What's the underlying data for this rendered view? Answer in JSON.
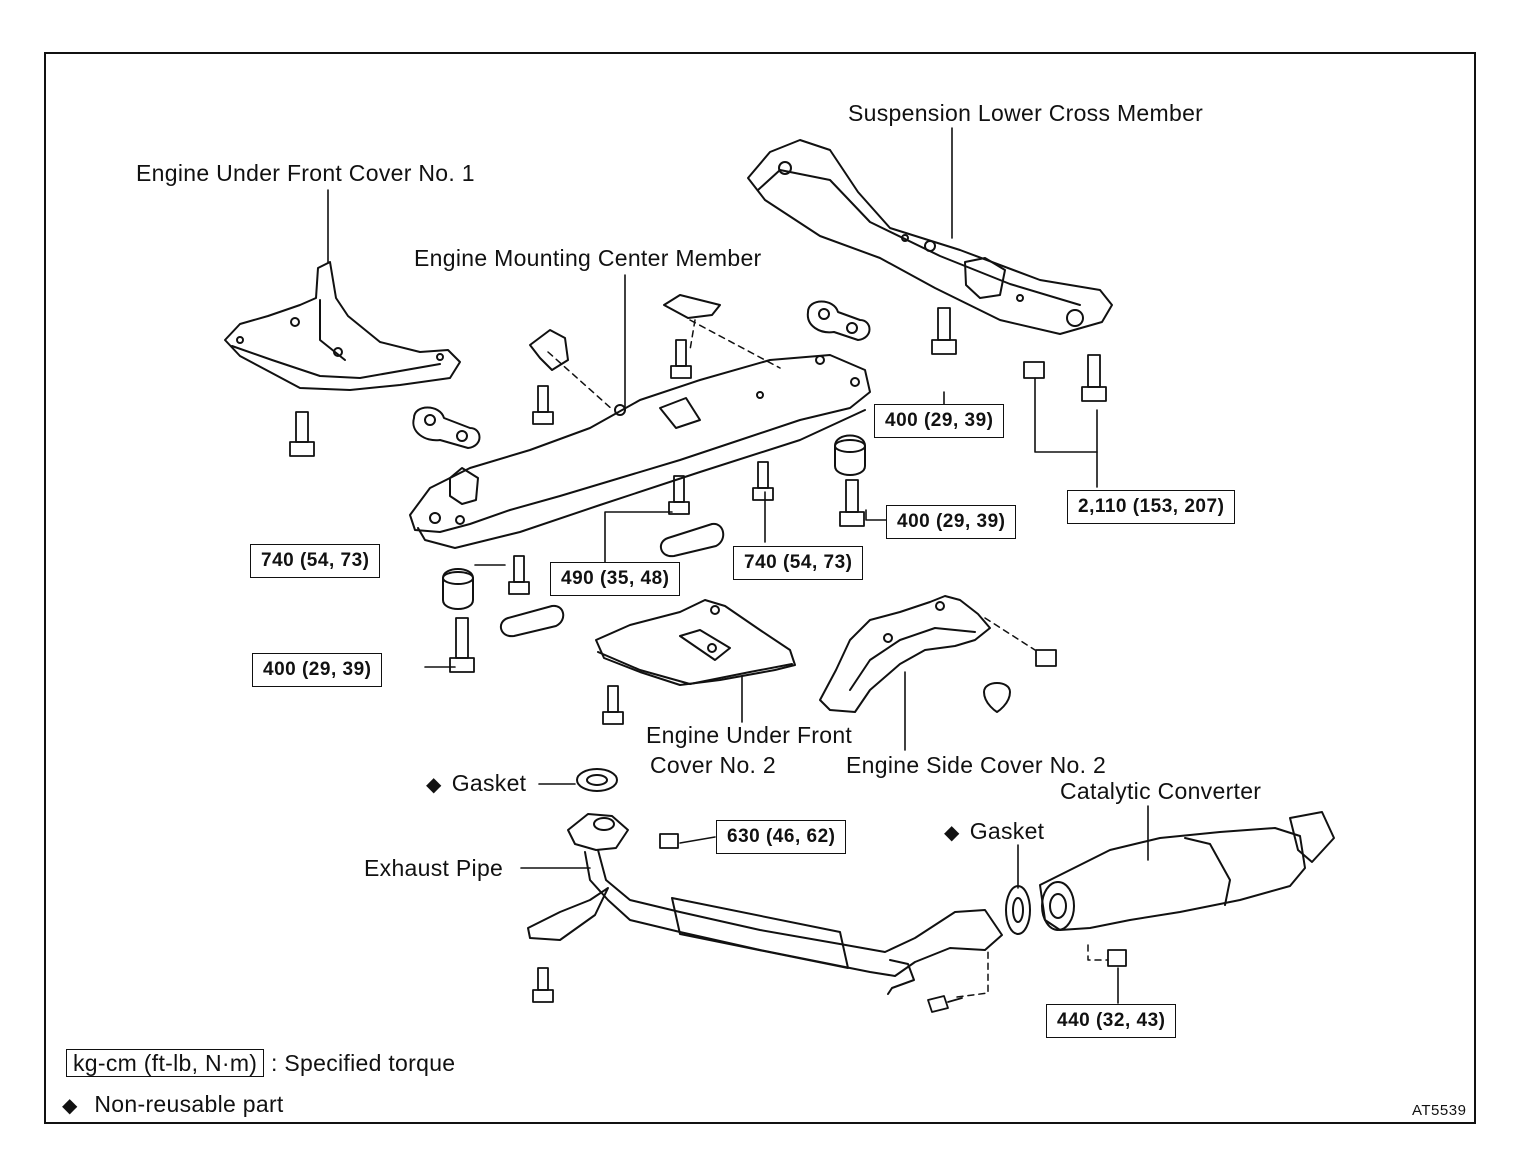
{
  "labels": {
    "suspension_cross_member": "Suspension Lower Cross Member",
    "engine_under_front_cover_1": "Engine Under Front Cover No. 1",
    "engine_mounting_center_member": "Engine Mounting Center Member",
    "engine_under_front_cover_2_line1": "Engine Under Front",
    "engine_under_front_cover_2_line2": "Cover No. 2",
    "engine_side_cover_2": "Engine Side Cover No. 2",
    "gasket_front": "Gasket",
    "gasket_rear": "Gasket",
    "catalytic_converter": "Catalytic Converter",
    "exhaust_pipe": "Exhaust Pipe"
  },
  "torques": {
    "t_400_a": "400 (29, 39)",
    "t_2110": "2,110 (153, 207)",
    "t_400_b": "400 (29, 39)",
    "t_740_a": "740 (54, 73)",
    "t_490": "490 (35, 48)",
    "t_740_b": "740 (54, 73)",
    "t_400_c": "400 (29, 39)",
    "t_630": "630 (46, 62)",
    "t_440": "440 (32, 43)"
  },
  "legend": {
    "unit_box": "kg-cm (ft-lb, N·m)",
    "unit_text": ": Specified torque",
    "nonreusable_symbol": "◆",
    "nonreusable_text": "Non-reusable part"
  },
  "figure_code": "AT5539"
}
